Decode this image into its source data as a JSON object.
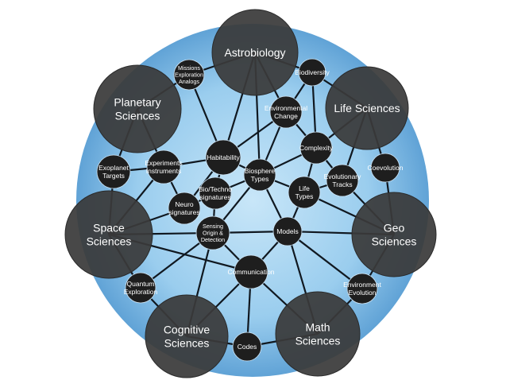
{
  "colors": {
    "background": "#ffffff",
    "disk_outer": "#5a9fd4",
    "disk_inner": "#b9dcf3",
    "major_node": "#3a3a3a",
    "minor_node": "#1e1e1e",
    "edge": "#101820",
    "label": "#ffffff"
  },
  "major_nodes": [
    {
      "id": "astrobiology",
      "lines": [
        "Astrobiology"
      ]
    },
    {
      "id": "planetary",
      "lines": [
        "Planetary",
        "Sciences"
      ]
    },
    {
      "id": "life",
      "lines": [
        "Life Sciences"
      ]
    },
    {
      "id": "space",
      "lines": [
        "Space",
        "Sciences"
      ]
    },
    {
      "id": "geo",
      "lines": [
        "Geo",
        "Sciences"
      ]
    },
    {
      "id": "cognitive",
      "lines": [
        "Cognitive",
        "Sciences"
      ]
    },
    {
      "id": "math",
      "lines": [
        "Math",
        "Sciences"
      ]
    }
  ],
  "minor_nodes": [
    {
      "id": "missions",
      "lines": [
        "Missions",
        "Exploration",
        "Analogs"
      ]
    },
    {
      "id": "biodiversity",
      "lines": [
        "Biodiversity"
      ]
    },
    {
      "id": "env_change",
      "lines": [
        "Environmental",
        "Change"
      ]
    },
    {
      "id": "complexity",
      "lines": [
        "Complexity"
      ]
    },
    {
      "id": "habitability",
      "lines": [
        "Habitability"
      ]
    },
    {
      "id": "experiments",
      "lines": [
        "Experiments",
        "Instruments"
      ]
    },
    {
      "id": "exoplanet",
      "lines": [
        "Exoplanet",
        "Targets"
      ]
    },
    {
      "id": "coevolution",
      "lines": [
        "Coevolution"
      ]
    },
    {
      "id": "biosphere",
      "lines": [
        "Biosphere",
        "Types"
      ]
    },
    {
      "id": "evo_tracks",
      "lines": [
        "Evolutionary",
        "Tracks"
      ]
    },
    {
      "id": "life_types",
      "lines": [
        "Life",
        "Types"
      ]
    },
    {
      "id": "biotechno",
      "lines": [
        "Bio/Techno",
        "signatures"
      ]
    },
    {
      "id": "neuro",
      "lines": [
        "Neuro",
        "signatures"
      ]
    },
    {
      "id": "sensing",
      "lines": [
        "Sensing",
        "Origin &",
        "Detection"
      ]
    },
    {
      "id": "models",
      "lines": [
        "Models"
      ]
    },
    {
      "id": "communication",
      "lines": [
        "Communication"
      ]
    },
    {
      "id": "quantum",
      "lines": [
        "Quantum",
        "Exploration"
      ]
    },
    {
      "id": "env_evolution",
      "lines": [
        "Environment",
        "Evolution"
      ]
    },
    {
      "id": "codes",
      "lines": [
        "Codes"
      ]
    }
  ],
  "edges": [
    [
      "astrobiology",
      "missions"
    ],
    [
      "astrobiology",
      "biodiversity"
    ],
    [
      "astrobiology",
      "env_change"
    ],
    [
      "astrobiology",
      "habitability"
    ],
    [
      "astrobiology",
      "biosphere"
    ],
    [
      "biodiversity",
      "life"
    ],
    [
      "biodiversity",
      "env_change"
    ],
    [
      "biodiversity",
      "complexity"
    ],
    [
      "life",
      "complexity"
    ],
    [
      "life",
      "coevolution"
    ],
    [
      "life",
      "evo_tracks"
    ],
    [
      "env_change",
      "habitability"
    ],
    [
      "env_change",
      "complexity"
    ],
    [
      "env_change",
      "biosphere"
    ],
    [
      "complexity",
      "biosphere"
    ],
    [
      "complexity",
      "life_types"
    ],
    [
      "complexity",
      "evo_tracks"
    ],
    [
      "planetary",
      "missions"
    ],
    [
      "planetary",
      "experiments"
    ],
    [
      "planetary",
      "exoplanet"
    ],
    [
      "missions",
      "habitability"
    ],
    [
      "habitability",
      "experiments"
    ],
    [
      "habitability",
      "biotechno"
    ],
    [
      "habitability",
      "biosphere"
    ],
    [
      "habitability",
      "neuro"
    ],
    [
      "experiments",
      "exoplanet"
    ],
    [
      "experiments",
      "neuro"
    ],
    [
      "exoplanet",
      "space"
    ],
    [
      "experiments",
      "space"
    ],
    [
      "coevolution",
      "geo"
    ],
    [
      "evo_tracks",
      "geo"
    ],
    [
      "evo_tracks",
      "life_types"
    ],
    [
      "life_types",
      "geo"
    ],
    [
      "life_types",
      "models"
    ],
    [
      "life_types",
      "biosphere"
    ],
    [
      "biosphere",
      "biotechno"
    ],
    [
      "biosphere",
      "models"
    ],
    [
      "biosphere",
      "sensing"
    ],
    [
      "biotechno",
      "sensing"
    ],
    [
      "biotechno",
      "neuro"
    ],
    [
      "neuro",
      "space"
    ],
    [
      "sensing",
      "space"
    ],
    [
      "sensing",
      "models"
    ],
    [
      "sensing",
      "communication"
    ],
    [
      "sensing",
      "quantum"
    ],
    [
      "sensing",
      "cognitive"
    ],
    [
      "models",
      "geo"
    ],
    [
      "models",
      "communication"
    ],
    [
      "models",
      "math"
    ],
    [
      "models",
      "env_evolution"
    ],
    [
      "geo",
      "env_evolution"
    ],
    [
      "env_evolution",
      "math"
    ],
    [
      "communication",
      "cognitive"
    ],
    [
      "communication",
      "codes"
    ],
    [
      "communication",
      "math"
    ],
    [
      "communication",
      "space"
    ],
    [
      "quantum",
      "space"
    ],
    [
      "quantum",
      "cognitive"
    ],
    [
      "codes",
      "cognitive"
    ],
    [
      "codes",
      "math"
    ]
  ]
}
